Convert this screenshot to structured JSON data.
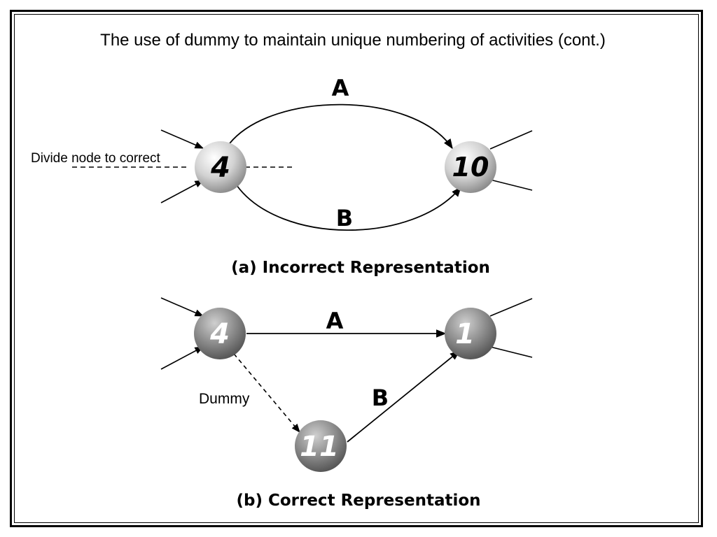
{
  "title": "The use of dummy to maintain unique numbering of activities (cont.)",
  "diagram_a": {
    "caption": "(a) Incorrect Representation",
    "node_start": "4",
    "node_end": "10",
    "activity_top": "A",
    "activity_bottom": "B",
    "annotation": "Divide node to correct"
  },
  "diagram_b": {
    "caption": "(b) Correct Representation",
    "node_start": "4",
    "node_end": "1",
    "node_middle": "11",
    "activity_top": "A",
    "activity_diag": "B",
    "dummy_label": "Dummy"
  },
  "colors": {
    "node_light_center": "#ffffff",
    "node_light_edge": "#8c8c8c",
    "node_dark_center": "#c8c8c8",
    "node_dark_edge": "#555555",
    "line": "#000000"
  }
}
